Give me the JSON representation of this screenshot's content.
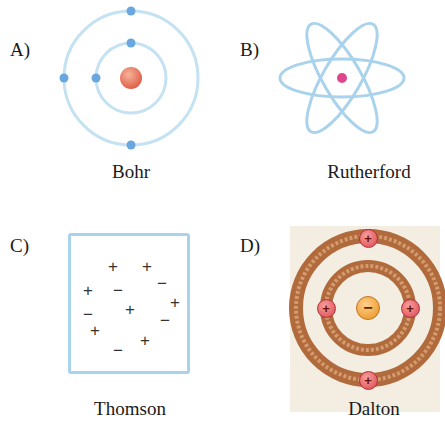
{
  "diagram": {
    "nodes": [
      {
        "text": [
          "+",
          "+",
          "−",
          "+",
          "−",
          "+",
          "+",
          "−",
          "−",
          "+",
          "+",
          "−"
        ]
      },
      {
        "text": [
          "+"
        ]
      },
      {
        "text": [
          "+"
        ]
      },
      {
        "text": [
          "−"
        ]
      },
      {
        "text": [
          "+"
        ]
      },
      {
        "text": [
          "+"
        ]
      }
    ],
    "labels": [
      "A)",
      "B)",
      "Bohr",
      "Rutherford",
      "C)",
      "D)",
      "Thomson",
      "Dalton"
    ]
  }
}
